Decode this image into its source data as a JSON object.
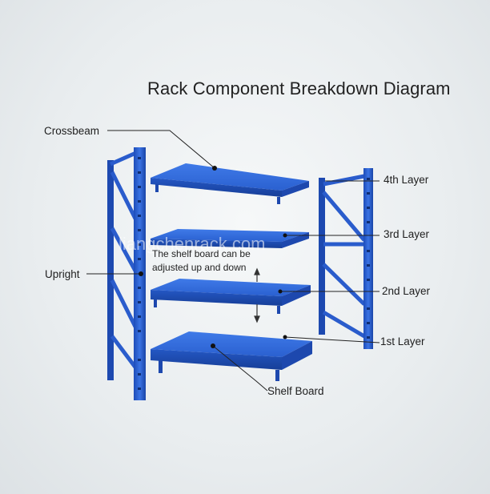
{
  "title": "Rack Component Breakdown Diagram",
  "labels": {
    "crossbeam": "Crossbeam",
    "upright": "Upright",
    "shelf_board": "Shelf Board",
    "layer4": "4th Layer",
    "layer3": "3rd Layer",
    "layer2": "2nd Layer",
    "layer1": "1st Layer"
  },
  "note": {
    "line1": "The shelf board can be",
    "line2": "adjusted up and down"
  },
  "watermark": "liangchenrack.com",
  "colors": {
    "steel_blue": "#2a63d6",
    "steel_dark": "#1a3f9a",
    "steel_light": "#4f86ee"
  }
}
